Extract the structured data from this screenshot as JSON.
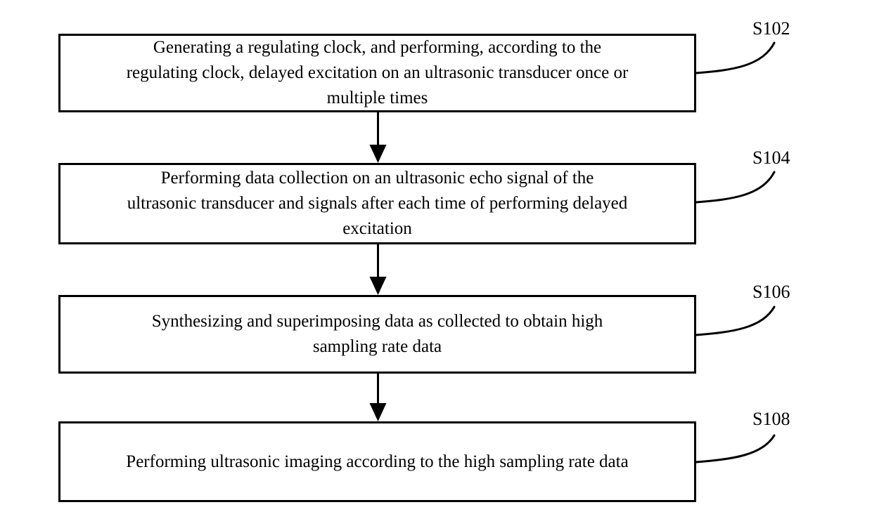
{
  "figure": {
    "type": "flowchart",
    "background_color": "#ffffff",
    "line_color": "#000000",
    "steps": [
      {
        "id": "S102",
        "text": "Generating a regulating clock, and performing, according to the\nregulating clock, delayed excitation on an ultrasonic transducer once or\nmultiple times"
      },
      {
        "id": "S104",
        "text": "Performing data collection on an ultrasonic echo signal of the\nultrasonic transducer and signals after each time of performing delayed\nexcitation"
      },
      {
        "id": "S106",
        "text": "Synthesizing and superimposing data as collected to obtain high\nsampling rate data"
      },
      {
        "id": "S108",
        "text": "Performing ultrasonic imaging according to the high sampling rate data"
      }
    ],
    "connections": [
      {
        "from": "S102",
        "to": "S104",
        "style": "arrow-down"
      },
      {
        "from": "S104",
        "to": "S106",
        "style": "arrow-down"
      },
      {
        "from": "S106",
        "to": "S108",
        "style": "arrow-down"
      }
    ]
  }
}
